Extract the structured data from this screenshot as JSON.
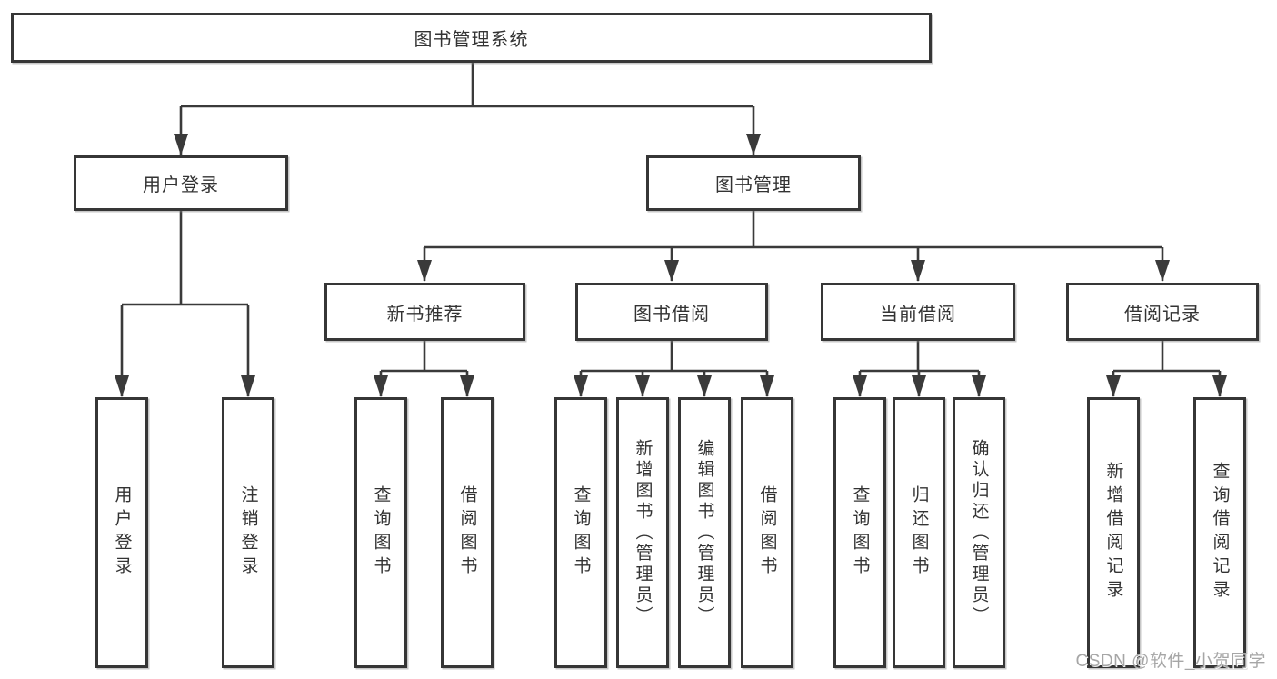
{
  "diagram": {
    "root": {
      "label": "图书管理系统"
    },
    "level1": [
      {
        "label": "用户登录"
      },
      {
        "label": "图书管理"
      }
    ],
    "level2": [
      {
        "label": "新书推荐"
      },
      {
        "label": "图书借阅"
      },
      {
        "label": "当前借阅"
      },
      {
        "label": "借阅记录"
      }
    ],
    "groups": [
      {
        "parent": "用户登录",
        "leaves": [
          "用户登录",
          "注销登录"
        ]
      },
      {
        "parent": "新书推荐",
        "leaves": [
          "查询图书",
          "借阅图书"
        ]
      },
      {
        "parent": "图书借阅",
        "leaves": [
          "查询图书",
          "新增图书（管理员）",
          "编辑图书（管理员）",
          "借阅图书"
        ]
      },
      {
        "parent": "当前借阅",
        "leaves": [
          "查询图书",
          "归还图书",
          "确认归还（管理员）"
        ]
      },
      {
        "parent": "借阅记录",
        "leaves": [
          "新增借阅记录",
          "查询借阅记录"
        ]
      }
    ],
    "colors": {
      "line": "#3a3a3a",
      "box_border": "#363636",
      "text": "#333333",
      "box_background": "#ffffff"
    }
  },
  "watermark": {
    "text": "CSDN @软件_小贺同学",
    "color": "#a6a6a6"
  }
}
